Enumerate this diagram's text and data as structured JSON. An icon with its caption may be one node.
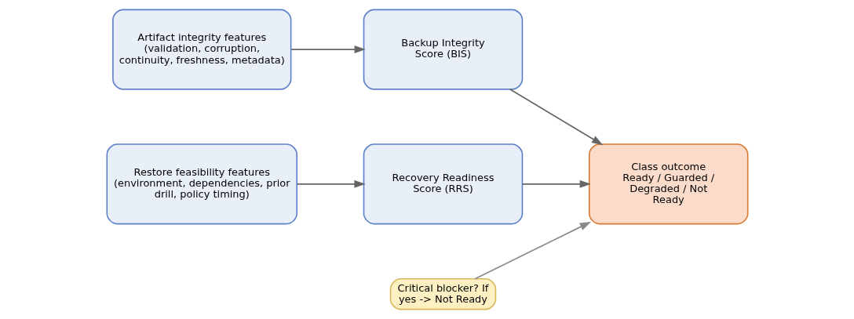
{
  "diagram": {
    "nodes": [
      {
        "text": [
          "Artifact integrity features (validation, corruption, continuity, freshness, metadata)"
        ]
      },
      {
        "text": [
          "Backup Integrity Score (BIS)"
        ]
      },
      {
        "text": [
          "Restore feasibility features (environment, dependencies, prior drill, policy timing)"
        ]
      },
      {
        "text": [
          "Recovery Readiness Score (RRS)"
        ]
      },
      {
        "text": [
          "Class outcome",
          "Ready / Guarded / Degraded / Not Ready"
        ]
      },
      {
        "text": [
          "Critical blocker? If yes -> Not Ready"
        ]
      }
    ],
    "edges": [
      {
        "from": 0,
        "to": 1,
        "arrow": "to"
      },
      {
        "from": 1,
        "to": 4,
        "arrow": "to"
      },
      {
        "from": 2,
        "to": 3,
        "arrow": "to"
      },
      {
        "from": 3,
        "to": 4,
        "arrow": "to"
      },
      {
        "from": 5,
        "to": 4,
        "arrow": "to",
        "color": "#8a8a8a"
      }
    ]
  }
}
